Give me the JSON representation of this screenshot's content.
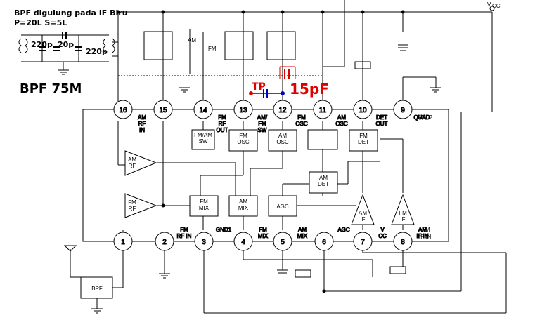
{
  "notes": {
    "line1": "BPF digulung pada IF Biru",
    "line2": "P=20L S=5L",
    "bpf_title": "BPF 75M",
    "tp": "TP",
    "cap": "15pF"
  },
  "supply": "V",
  "supply_sub": "CC",
  "caps": [
    "220p",
    "20p",
    "220p"
  ],
  "switch": {
    "am": "AM",
    "fm": "FM"
  },
  "pins_top": [
    {
      "n": "16",
      "label": [
        "AM",
        "RF",
        "IN"
      ]
    },
    {
      "n": "15",
      "label": []
    },
    {
      "n": "14",
      "label": [
        "FM",
        "RF",
        "OUT"
      ]
    },
    {
      "n": "13",
      "label": [
        "AM/",
        "FM",
        "SW"
      ]
    },
    {
      "n": "12",
      "label": [
        "FM",
        "OSC"
      ]
    },
    {
      "n": "11",
      "label": [
        "AM",
        "OSC"
      ]
    },
    {
      "n": "10",
      "label": [
        "DET",
        "OUT"
      ]
    },
    {
      "n": "9",
      "label": [
        "QUAD"
      ]
    }
  ],
  "gnd2": "GND2",
  "pins_bottom": [
    {
      "n": "1",
      "label": []
    },
    {
      "n": "2",
      "label": [
        "FM",
        "RF IN"
      ]
    },
    {
      "n": "3",
      "label": [
        "GND1"
      ]
    },
    {
      "n": "4",
      "label": [
        "FM",
        "MIX"
      ]
    },
    {
      "n": "5",
      "label": [
        "AM",
        "MIX"
      ]
    },
    {
      "n": "6",
      "label": [
        "AGC"
      ]
    },
    {
      "n": "7",
      "label": [
        "V",
        "CC"
      ]
    },
    {
      "n": "8",
      "label": [
        "AM",
        "IF  IN"
      ]
    }
  ],
  "fm_if_in": [
    "FM",
    "IF  IN"
  ],
  "blocks": {
    "fm_am_sw": [
      "FM/AM",
      "SW"
    ],
    "fm_osc": [
      "FM",
      "OSC"
    ],
    "am_osc": [
      "AM",
      "OSC"
    ],
    "fm_det": [
      "FM",
      "DET"
    ],
    "am_det": [
      "AM",
      "DET"
    ],
    "fm_mix": [
      "FM",
      "MIX"
    ],
    "am_mix": [
      "AM",
      "MIX"
    ],
    "agc": "AGC",
    "am_rf": [
      "AM",
      "RF"
    ],
    "fm_rf": [
      "FM",
      "RF"
    ],
    "am_if": [
      "AM",
      "IF"
    ],
    "fm_if": [
      "FM",
      "IF"
    ],
    "bpf": "BPF"
  }
}
